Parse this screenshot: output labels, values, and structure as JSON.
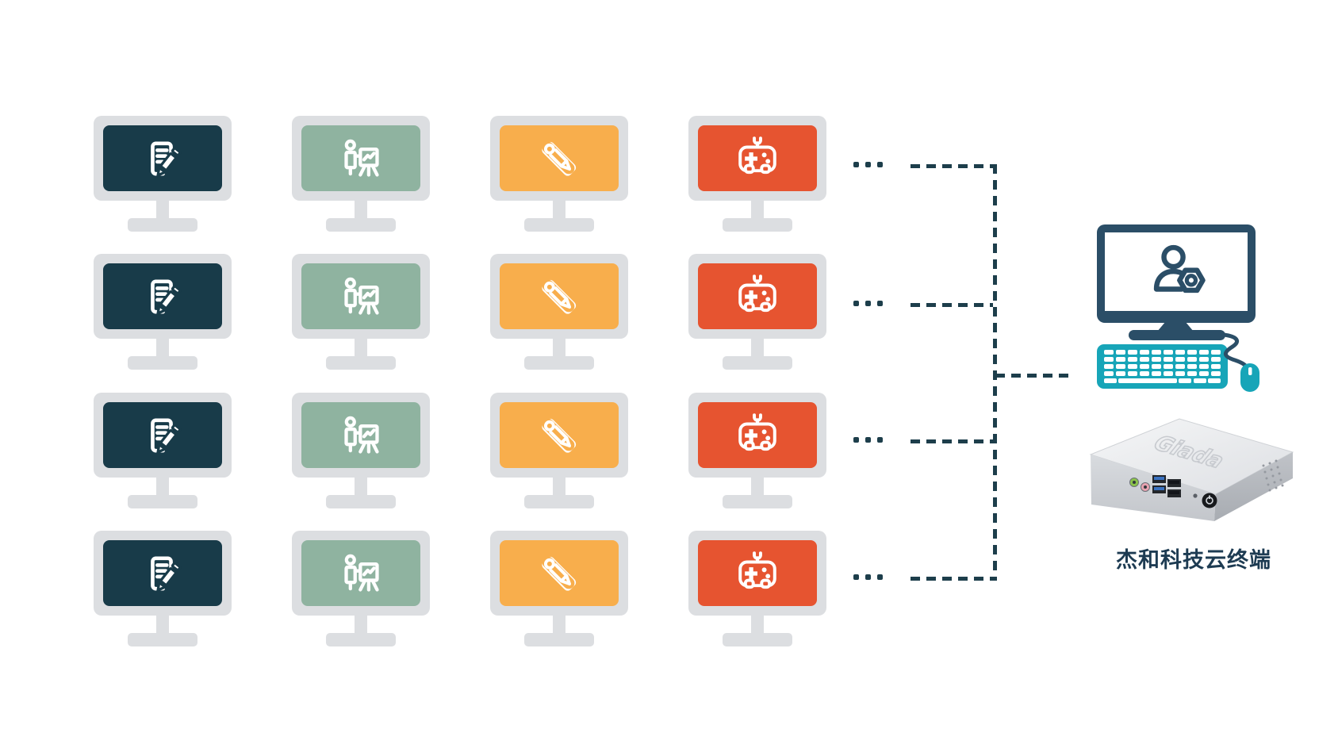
{
  "diagram": {
    "grid": {
      "rows": 4,
      "columns": [
        {
          "id": "office",
          "icon": "document-edit-icon",
          "screen_color": "#183b49"
        },
        {
          "id": "presentation",
          "icon": "presenter-whiteboard-icon",
          "screen_color": "#8fb3a0"
        },
        {
          "id": "design",
          "icon": "ruler-pencil-icon",
          "screen_color": "#f8ae4c"
        },
        {
          "id": "gaming",
          "icon": "gamepad-icon",
          "screen_color": "#e65430"
        }
      ],
      "bezel_color": "#dcdee1",
      "ellipsis_dots_per_row": 3
    },
    "connectors": {
      "color": "#1d3e4b",
      "style": "dashed"
    },
    "host": {
      "monitor_icon": "user-gear-icon",
      "monitor_color": "#2b4e67",
      "peripheral_color": "#17a5b8",
      "keyboard_icon": "keyboard-icon",
      "mouse_icon": "mouse-icon",
      "device_icon": "mini-pc-photo",
      "device_logo": "Giada",
      "device_label": "杰和科技云终端",
      "label_color": "#1d3b52"
    }
  }
}
